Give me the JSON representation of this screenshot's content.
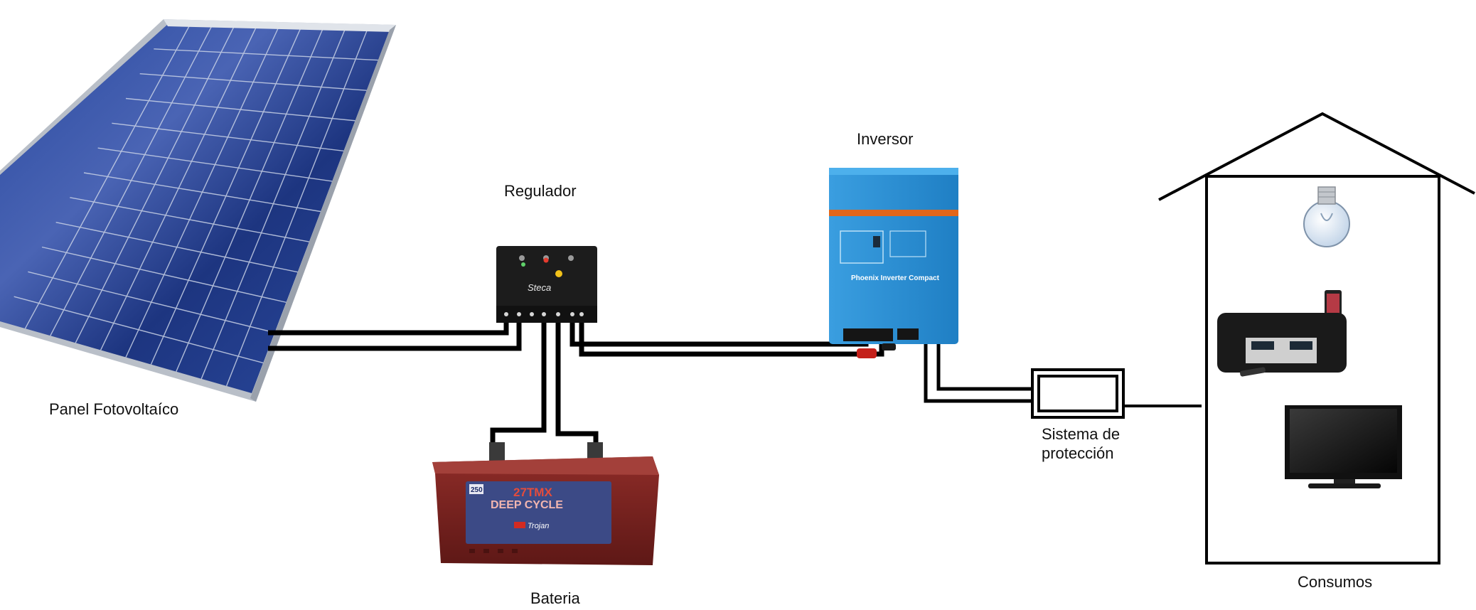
{
  "labels": {
    "panel": "Panel  Fotovoltaíco",
    "regulator": "Regulador",
    "inverter": "Inversor",
    "battery": "Bateria",
    "protection_line1": "Sistema de",
    "protection_line2": "protección",
    "consumption": "Consumos"
  },
  "device_text": {
    "regulator_brand": "Steca",
    "inverter_model": "Phoenix Inverter Compact",
    "battery_model": "27TMX",
    "battery_line": "DEEP CYCLE",
    "battery_brand": "Trojan",
    "battery_badge": "250"
  },
  "colors": {
    "panel_cells": "#1e3a8a",
    "panel_frame": "#c9ced6",
    "regulator_body": "#1c1c1c",
    "inverter_body": "#2b8fd6",
    "inverter_stripe": "#e2661a",
    "battery_body": "#7a2220",
    "wire": "#000000"
  }
}
